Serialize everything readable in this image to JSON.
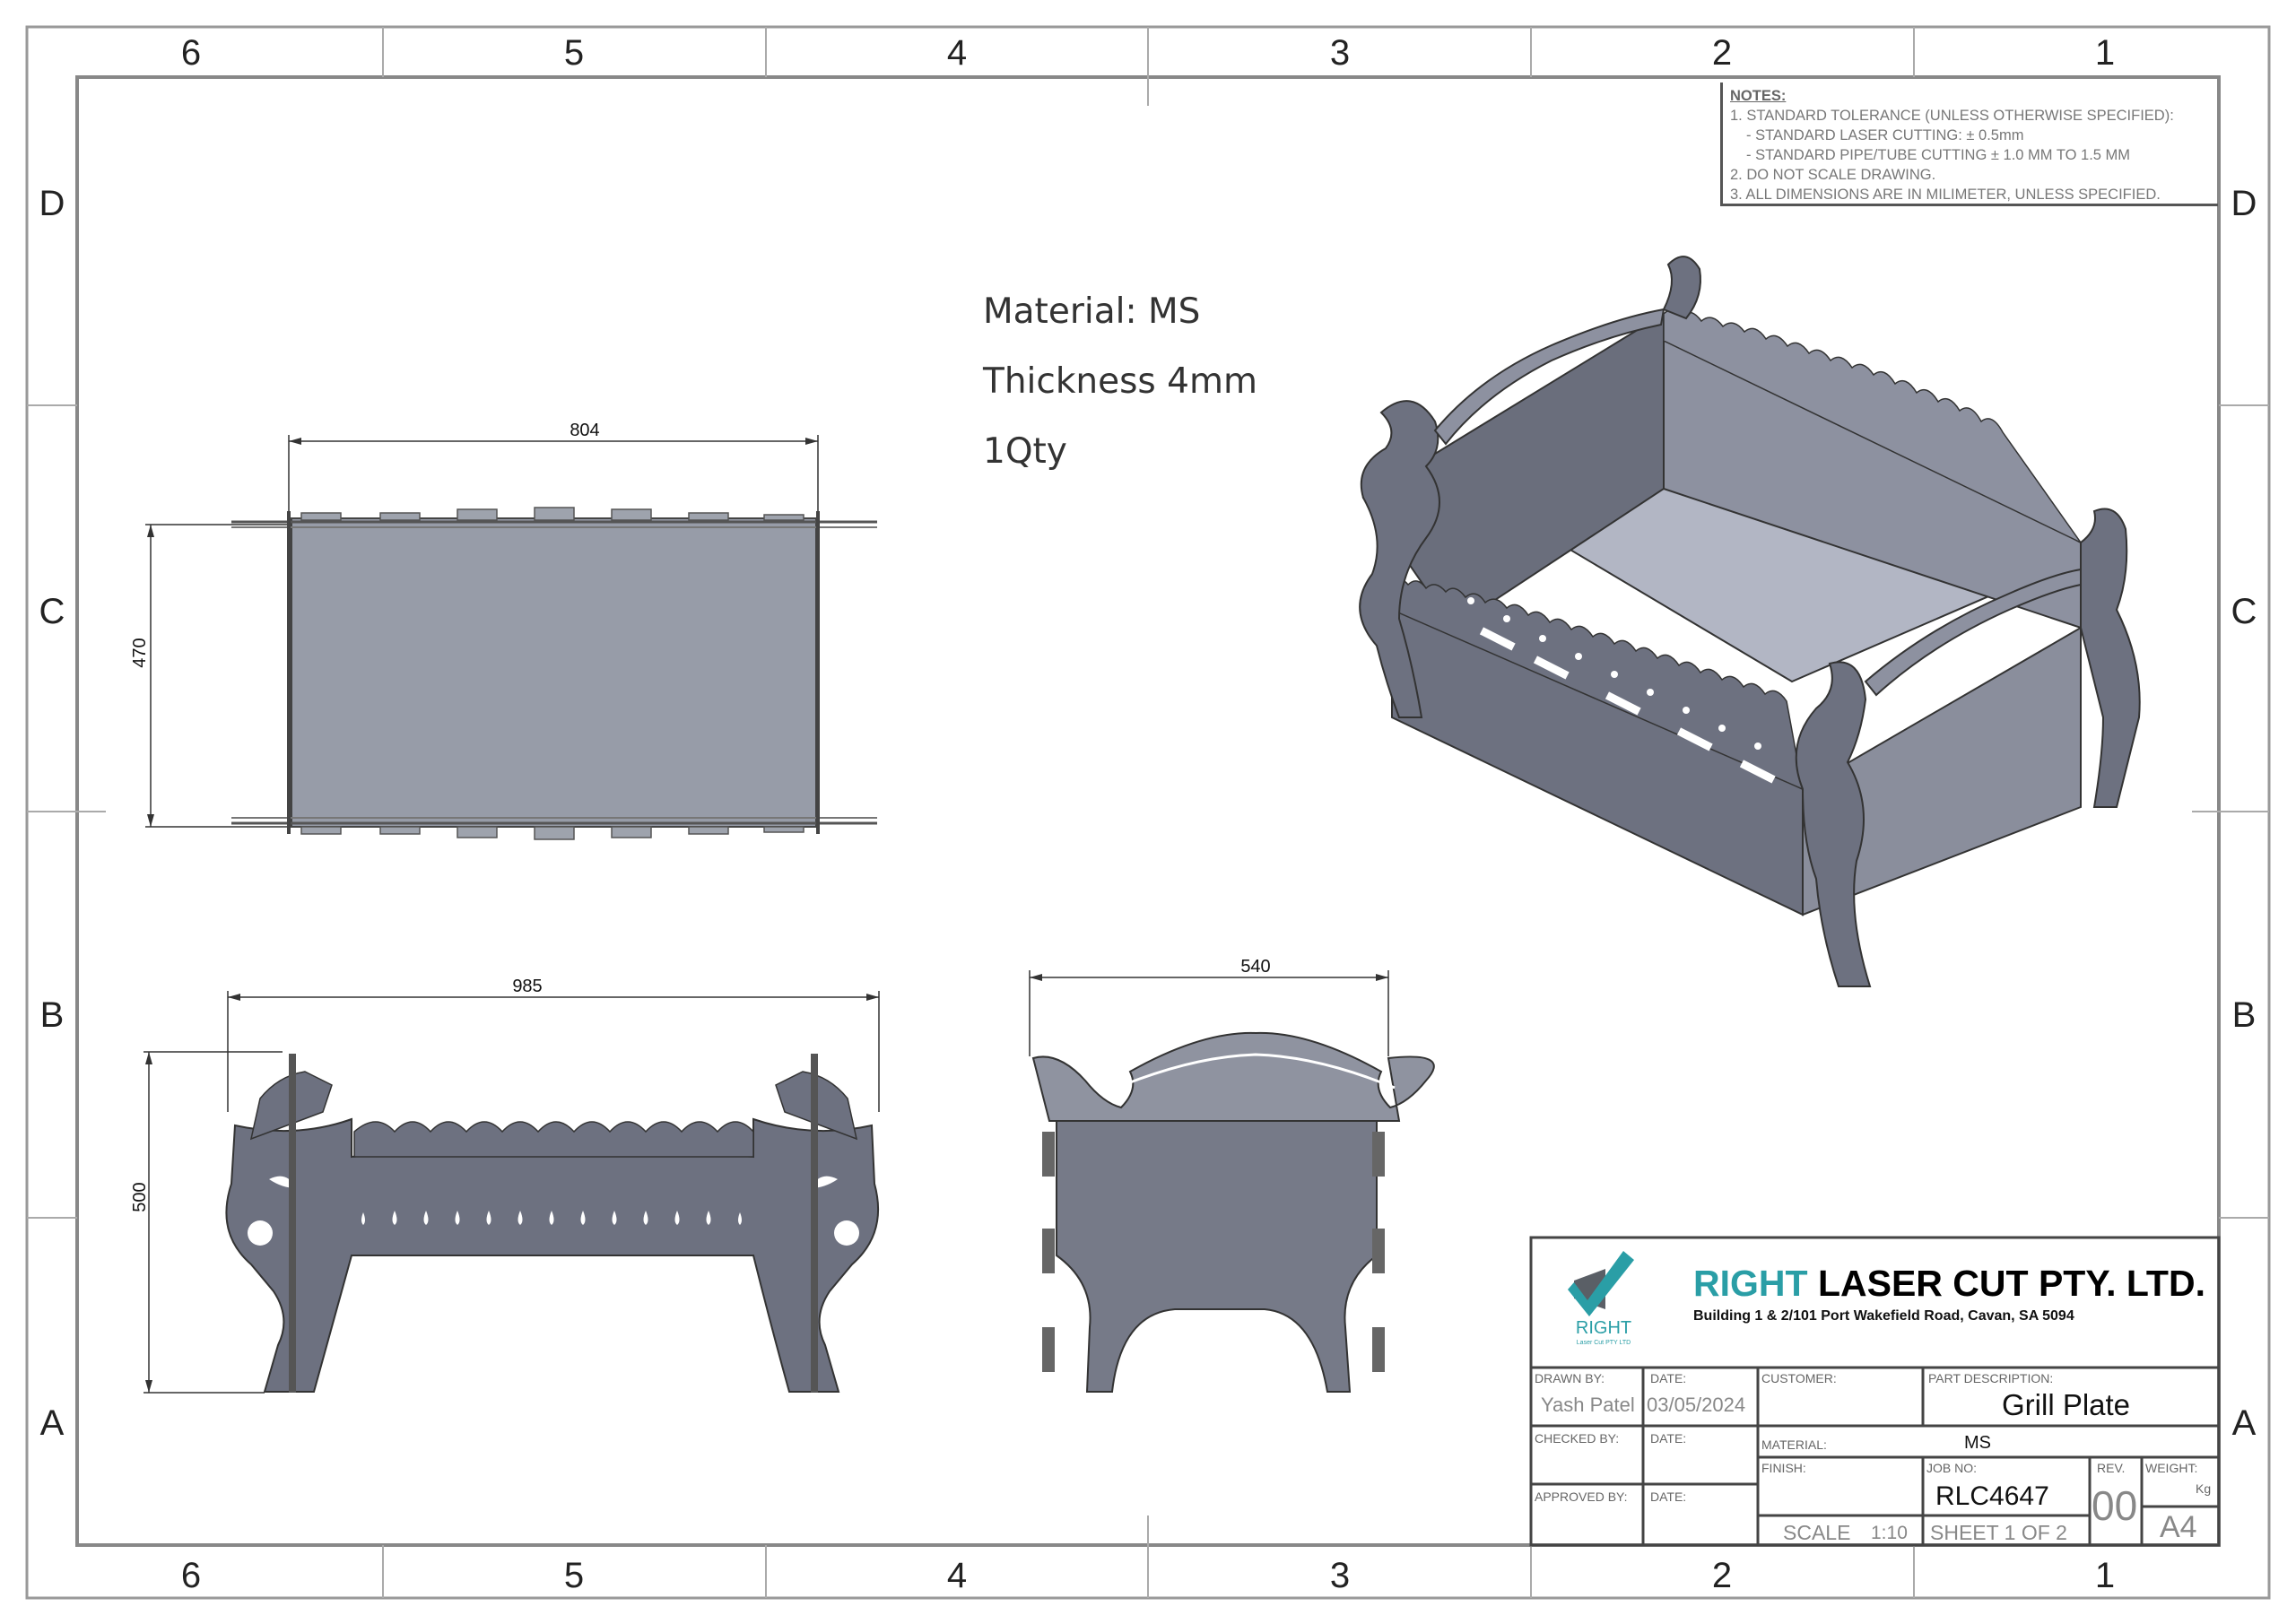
{
  "border": {
    "columns": [
      "6",
      "5",
      "4",
      "3",
      "2",
      "1"
    ],
    "rows": [
      "D",
      "C",
      "B",
      "A"
    ]
  },
  "notes": {
    "heading": "NOTES:",
    "line1": "1. STANDARD TOLERANCE (UNLESS OTHERWISE SPECIFIED):",
    "line2": "- STANDARD LASER CUTTING: ± 0.5mm",
    "line3": "- STANDARD PIPE/TUBE CUTTING ± 1.0 MM TO 1.5 MM",
    "line4": "2. DO NOT SCALE DRAWING.",
    "line5": "3. ALL DIMENSIONS ARE IN MILIMETER, UNLESS SPECIFIED."
  },
  "spec": {
    "material": "Material: MS",
    "thickness": "Thickness 4mm",
    "qty": "1Qty"
  },
  "dimensions": {
    "top_width": "804",
    "top_height": "470",
    "front_width": "985",
    "front_height": "500",
    "side_width": "540"
  },
  "company": {
    "name_accent": "RIGHT",
    "name_rest": " LASER CUT PTY. LTD.",
    "address": "Building 1 & 2/101 Port Wakefield Road, Cavan, SA 5094",
    "logo_text": "RIGHT",
    "logo_sub": "Laser Cut PTY LTD",
    "accent_color": "#2a9ea6"
  },
  "title_block": {
    "drawn_by_label": "DRAWN BY:",
    "drawn_by": "Yash Patel",
    "date_label": "DATE:",
    "date": "03/05/2024",
    "checked_by_label": "CHECKED BY:",
    "approved_by_label": "APPROVED BY:",
    "customer_label": "CUSTOMER:",
    "part_desc_label": "PART DESCRIPTION:",
    "part_desc": "Grill Plate",
    "material_label": "MATERIAL:",
    "material": "MS",
    "finish_label": "FINISH:",
    "job_no_label": "JOB NO:",
    "job_no": "RLC4647",
    "rev_label": "REV.",
    "rev": "00",
    "weight_label": "WEIGHT:",
    "weight_unit": "Kg",
    "scale_label": "SCALE",
    "scale": "1:10",
    "sheet": "SHEET 1 OF 2",
    "size": "A4"
  }
}
